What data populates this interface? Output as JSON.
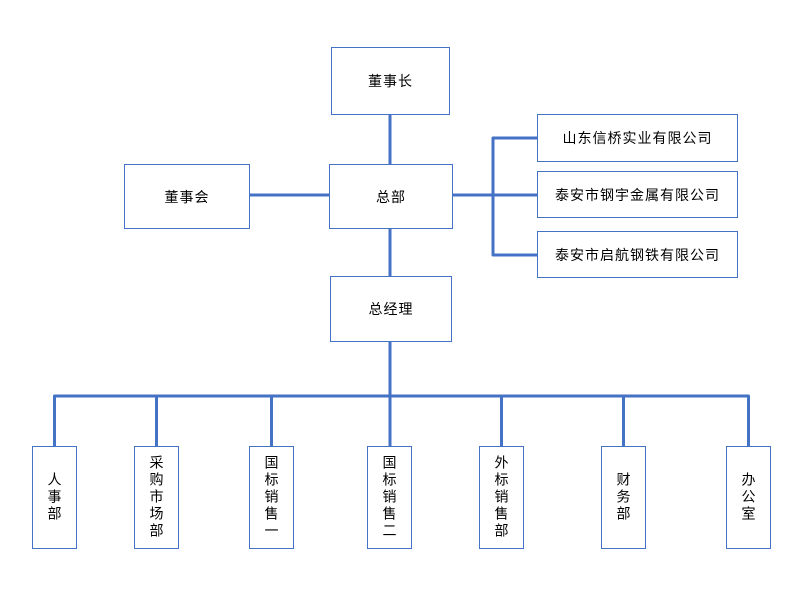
{
  "colors": {
    "accent": "#4472C4",
    "background": "#FFFFFF",
    "text": "#000000"
  },
  "org_chart": {
    "chairman": "董事长",
    "board": "董事会",
    "headquarters": "总部",
    "general_manager": "总经理",
    "subsidiaries": [
      "山东信桥实业有限公司",
      "泰安市钢宇金属有限公司",
      "泰安市启航钢铁有限公司"
    ],
    "departments": [
      "人事部",
      "采购市场部",
      "国标销售一",
      "国标销售二",
      "外标销售部",
      "财务部",
      "办公室"
    ]
  }
}
